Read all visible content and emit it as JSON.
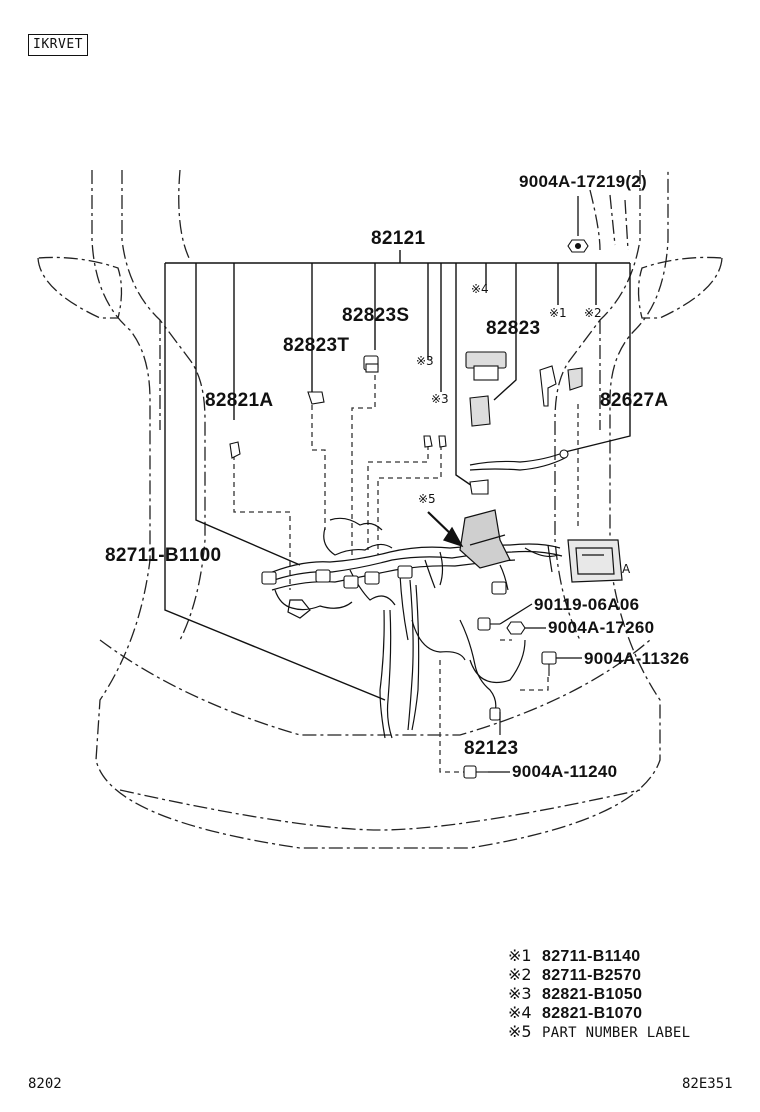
{
  "header": {
    "model_code": "IKRVET"
  },
  "labels": {
    "main_harness": "82121",
    "bolt_top": "9004A-17219(2)",
    "p82823S": "82823S",
    "p82823T": "82823T",
    "p82823": "82823",
    "p82821A": "82821A",
    "p82627A": "82627A",
    "p82711": "82711-B1100",
    "bolt_90119": "90119-06A06",
    "bolt_17260": "9004A-17260",
    "bolt_11326": "9004A-11326",
    "sub_harness": "82123",
    "bolt_11240": "9004A-11240",
    "mark1": "※1",
    "mark2": "※2",
    "mark3a": "※3",
    "mark3b": "※3",
    "mark4": "※4",
    "mark5": "※5",
    "side_a": "A"
  },
  "legend": [
    {
      "mark": "※1",
      "code": "82711-B1140"
    },
    {
      "mark": "※2",
      "code": "82711-B2570"
    },
    {
      "mark": "※3",
      "code": "82821-B1050"
    },
    {
      "mark": "※4",
      "code": "82821-B1070"
    },
    {
      "mark": "※5",
      "code": "PART NUMBER LABEL"
    }
  ],
  "footer": {
    "page": "8202",
    "ref": "82E351"
  }
}
